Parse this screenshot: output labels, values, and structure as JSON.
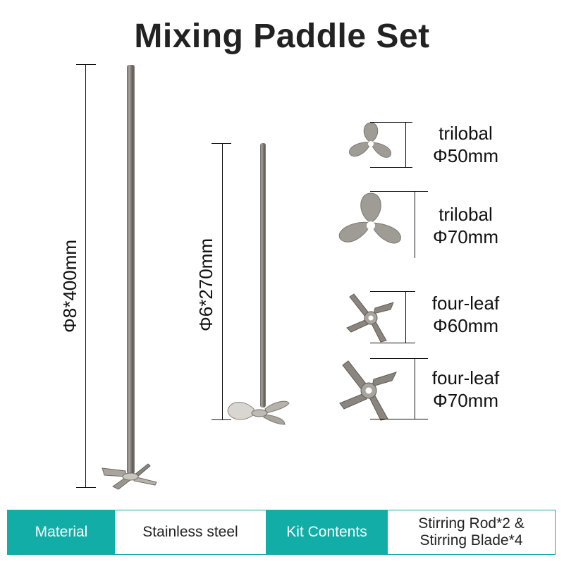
{
  "title": "Mixing Paddle Set",
  "rods": [
    {
      "label": "Φ8*400mm",
      "blade": "four-leaf"
    },
    {
      "label": "Φ6*270mm",
      "blade": "trilobal"
    }
  ],
  "blades": [
    {
      "type": "trilobal",
      "size": "Φ50mm"
    },
    {
      "type": "trilobal",
      "size": "Φ70mm"
    },
    {
      "type": "four-leaf",
      "size": "Φ60mm"
    },
    {
      "type": "four-leaf",
      "size": "Φ70mm"
    }
  ],
  "specs": {
    "material_label": "Material",
    "material_value": "Stainless steel",
    "kit_label": "Kit Contents",
    "kit_value_line1": "Stirring Rod*2 &",
    "kit_value_line2": "Stirring Blade*4"
  },
  "colors": {
    "accent": "#12ada7",
    "metal": "#8a857f"
  }
}
